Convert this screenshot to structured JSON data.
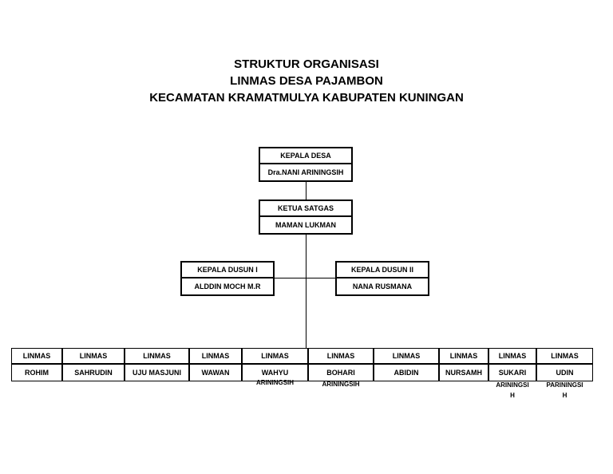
{
  "title": {
    "line1": "STRUKTUR ORGANISASI",
    "line2": "LINMAS DESA PAJAMBON",
    "line3": "KECAMATAN KRAMATMULYA KABUPATEN KUNINGAN"
  },
  "kepala_desa": {
    "role": "KEPALA DESA",
    "name": "Dra.NANI ARININGSIH"
  },
  "ketua_satgas": {
    "role": "KETUA SATGAS",
    "name": "MAMAN LUKMAN"
  },
  "dusun_1": {
    "role": "KEPALA DUSUN I",
    "name": "ALDDIN MOCH M.R"
  },
  "dusun_2": {
    "role": "KEPALA DUSUN II",
    "name": "NANA RUSMANA"
  },
  "members": [
    {
      "role": "LINMAS",
      "name": "ROHIM"
    },
    {
      "role": "LINMAS",
      "name": "SAHRUDIN"
    },
    {
      "role": "LINMAS",
      "name": "UJU MASJUNI"
    },
    {
      "role": "LINMAS",
      "name": "WAWAN"
    },
    {
      "role": "LINMAS",
      "name": "WAHYU"
    },
    {
      "role": "LINMAS",
      "name": "BOHARI"
    },
    {
      "role": "LINMAS",
      "name": "ABIDIN"
    },
    {
      "role": "LINMAS",
      "name": "NURSAMH"
    },
    {
      "role": "LINMAS",
      "name": "SUKARI"
    },
    {
      "role": "LINMAS",
      "name": "UDIN"
    }
  ],
  "overflow_text": {
    "wahyu": "ARININGSIH",
    "bohari": "ARININGSIH",
    "sukari_1": "ARININGSI",
    "sukari_2": "H",
    "udin_1": "PARININGSI",
    "udin_2": "H"
  }
}
